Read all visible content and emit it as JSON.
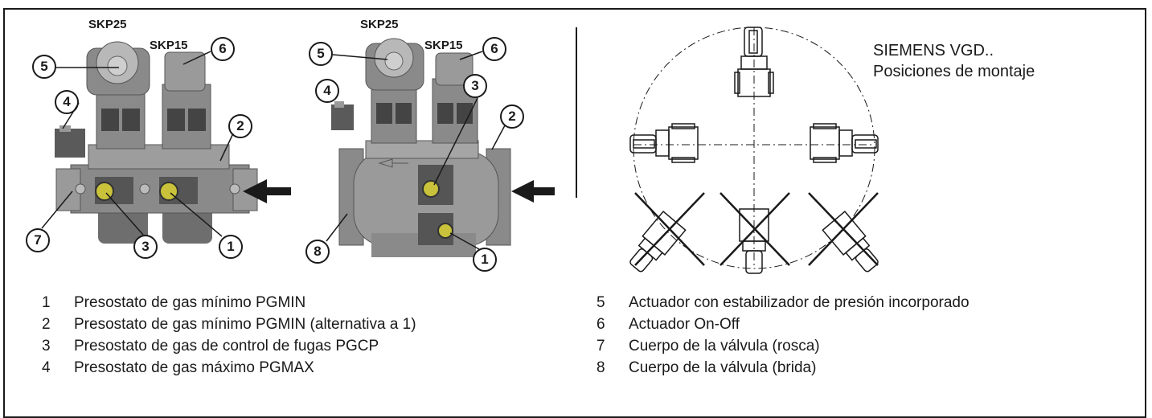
{
  "figure_labels": {
    "left": {
      "skp25": "SKP25",
      "skp15": "SKP15"
    },
    "middle": {
      "skp25": "SKP25",
      "skp15": "SKP15"
    }
  },
  "callouts": {
    "left": [
      "5",
      "6",
      "4",
      "2",
      "7",
      "3",
      "1"
    ],
    "middle": [
      "5",
      "6",
      "4",
      "3",
      "2",
      "8",
      "1"
    ]
  },
  "mounting": {
    "title_line1": "SIEMENS VGD..",
    "title_line2": "Posiciones de montaje"
  },
  "legend_left": [
    {
      "num": "1",
      "text": "Presostato de gas mínimo PGMIN"
    },
    {
      "num": "2",
      "text": "Presostato de gas mínimo PGMIN (alternativa a 1)"
    },
    {
      "num": "3",
      "text": "Presostato de gas de control de fugas PGCP"
    },
    {
      "num": "4",
      "text": "Presostato de gas máximo PGMAX"
    }
  ],
  "legend_right": [
    {
      "num": "5",
      "text": "Actuador con estabilizador de presión incorporado"
    },
    {
      "num": "6",
      "text": "Actuador On-Off"
    },
    {
      "num": "7",
      "text": "Cuerpo de la válvula (rosca)"
    },
    {
      "num": "8",
      "text": "Cuerpo de la válvula (brida)"
    }
  ],
  "colors": {
    "line": "#1a1a1a",
    "body": "#8a8a8a",
    "body_light": "#b3b3b3",
    "body_dark": "#6e6e6e",
    "switch_yellow": "#c9c23a"
  }
}
